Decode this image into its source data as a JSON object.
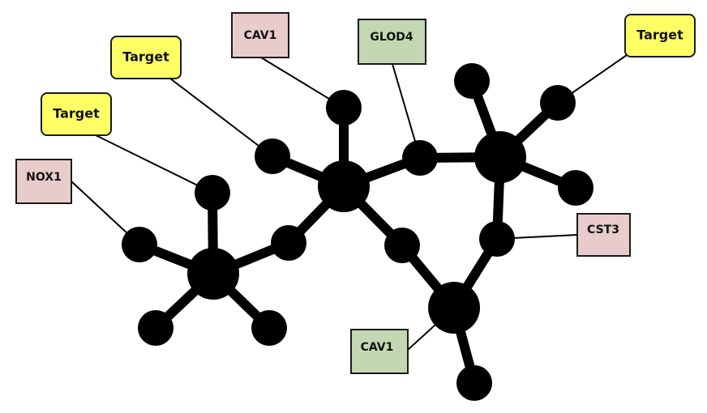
{
  "colors": {
    "node": "#000000",
    "edge": "#000000",
    "target_fill": "#ffff66",
    "pink_fill": "#e8cccc",
    "green_fill": "#c3d8b2",
    "label_border": "#1a1a1a"
  },
  "labels": {
    "cav1_top": {
      "text": "CAV1",
      "kind": "pink"
    },
    "glod4": {
      "text": "GLOD4",
      "kind": "green"
    },
    "target_top_right": {
      "text": "Target",
      "kind": "target"
    },
    "target_mid": {
      "text": "Target",
      "kind": "target"
    },
    "target_left": {
      "text": "Target",
      "kind": "target"
    },
    "nox1": {
      "text": "NOX1",
      "kind": "pink"
    },
    "cst3": {
      "text": "CST3",
      "kind": "pink"
    },
    "cav1_bottom": {
      "text": "CAV1",
      "kind": "green"
    }
  }
}
